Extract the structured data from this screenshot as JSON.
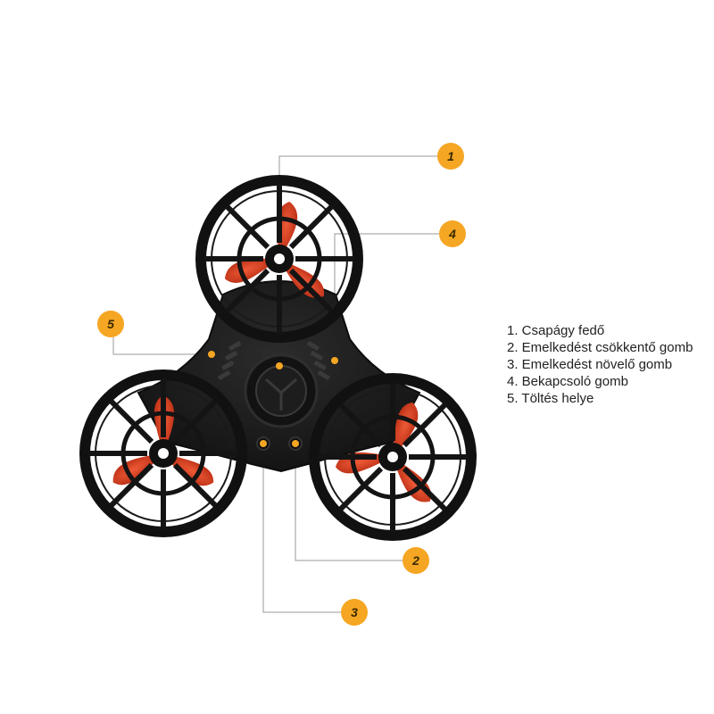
{
  "callouts": [
    {
      "id": 1,
      "label": "1"
    },
    {
      "id": 2,
      "label": "2"
    },
    {
      "id": 3,
      "label": "3"
    },
    {
      "id": 4,
      "label": "4"
    },
    {
      "id": 5,
      "label": "5"
    }
  ],
  "legend": {
    "items": [
      "1. Csapágy fedő",
      "2. Emelkedést csökkentő gomb",
      "3. Emelkedést növelő gomb",
      "4. Bekapcsoló gomb",
      "5. Töltés helye"
    ]
  },
  "colors": {
    "background": "#ffffff",
    "body": "#1c1c1c",
    "frame": "#111111",
    "propeller": "#d93a1c",
    "callout_fill": "#f5a623",
    "callout_text": "#3a2a00",
    "leader_line": "#9a9a9a",
    "marker": "#f5a623"
  },
  "icons": {
    "device": "flying-spinner-drone-icon",
    "propeller": "propeller-icon",
    "bearing": "bearing-cap-icon",
    "callout": "numbered-callout-icon"
  }
}
